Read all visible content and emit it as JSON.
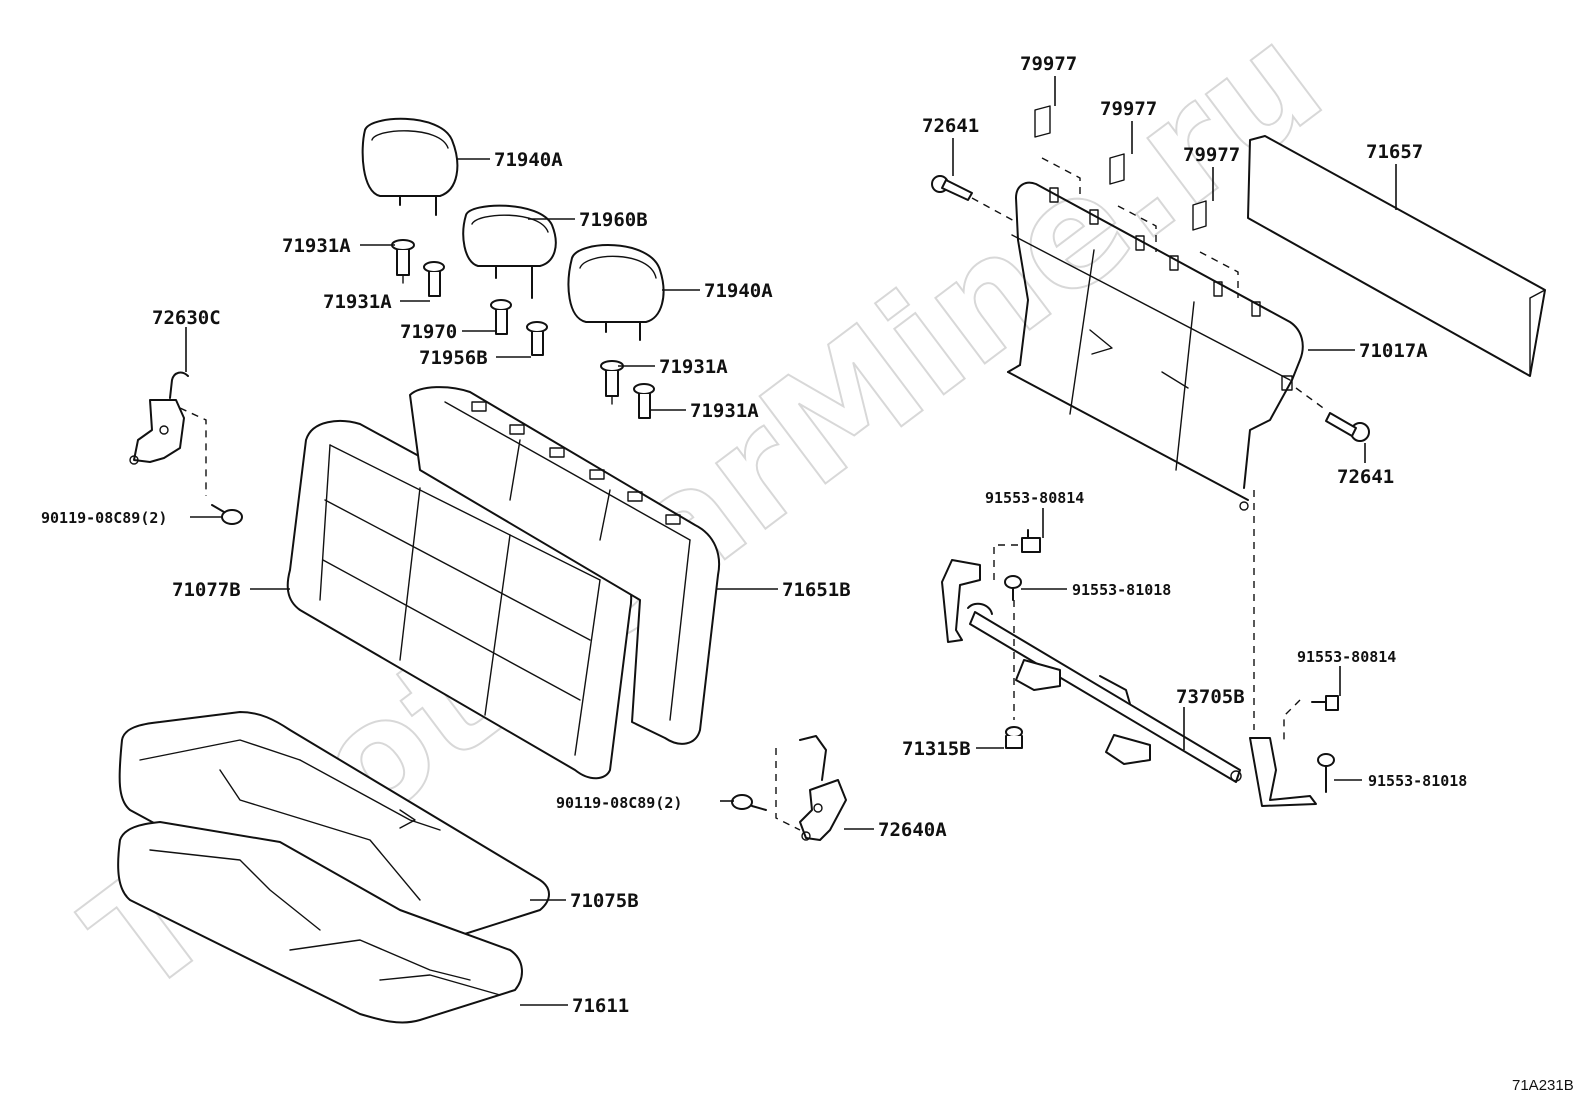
{
  "watermark": "ToyotaCarMine.ru",
  "diagram_code": "71A231B",
  "labels": {
    "p71940A_top": "71940A",
    "p71960B": "71960B",
    "p71940A_right": "71940A",
    "p71931A_1": "71931A",
    "p71931A_2": "71931A",
    "p71970": "71970",
    "p71956B": "71956B",
    "p71931A_3": "71931A",
    "p71931A_4": "71931A",
    "p72630C": "72630C",
    "p90119_left": "90119-08C89(2)",
    "p71077B": "71077B",
    "p71651B": "71651B",
    "p90119_mid": "90119-08C89(2)",
    "p72640A": "72640A",
    "p71075B": "71075B",
    "p71611": "71611",
    "p72641_top": "72641",
    "p79977_1": "79977",
    "p79977_2": "79977",
    "p79977_3": "79977",
    "p71657": "71657",
    "p71017A": "71017A",
    "p72641_right": "72641",
    "p91553_80814_top": "91553-80814",
    "p91553_81018_top": "91553-81018",
    "p91553_80814_right": "91553-80814",
    "p73705B": "73705B",
    "p71315B": "71315B",
    "p91553_81018_bottom": "91553-81018"
  }
}
